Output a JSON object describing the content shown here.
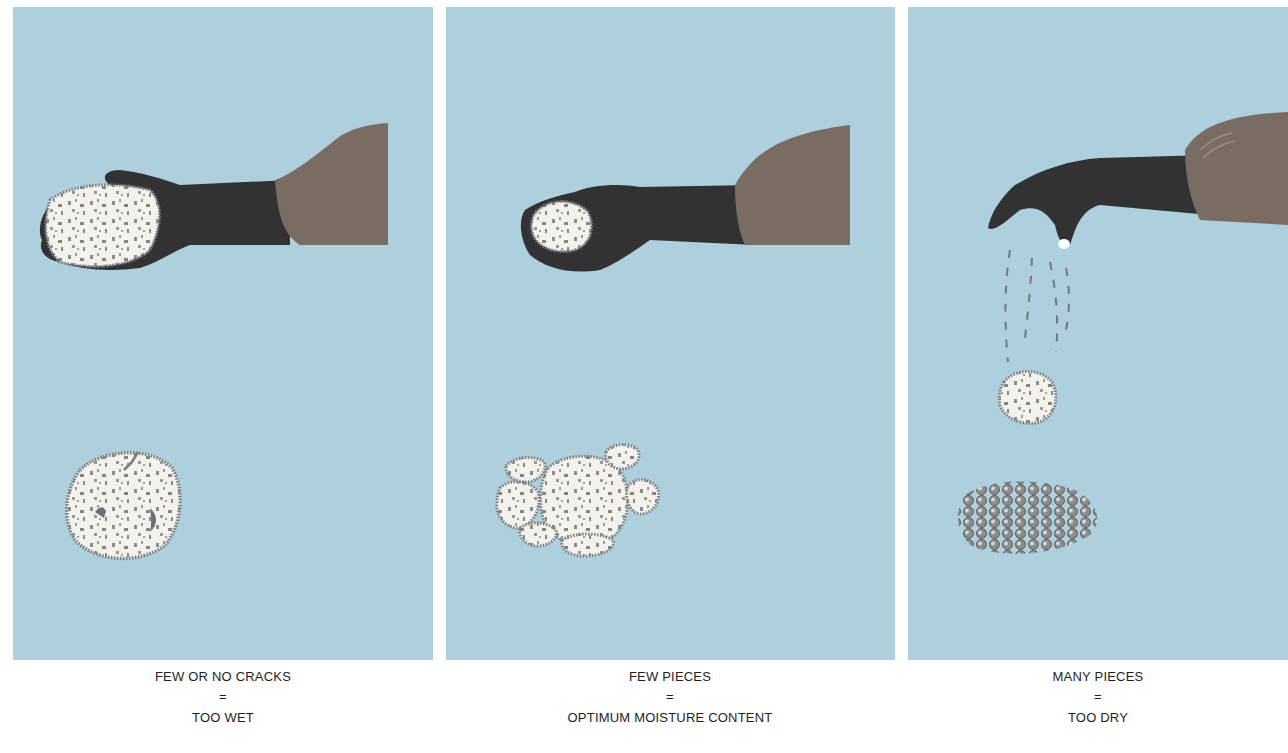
{
  "diagram": {
    "labels": [
      "FEW OR NO CRACKS",
      "=",
      "TOO WET",
      "FEW PIECES",
      "=",
      "OPTIMUM MOISTURE CONTENT",
      "MANY PIECES",
      "=",
      "TOO DRY"
    ]
  }
}
